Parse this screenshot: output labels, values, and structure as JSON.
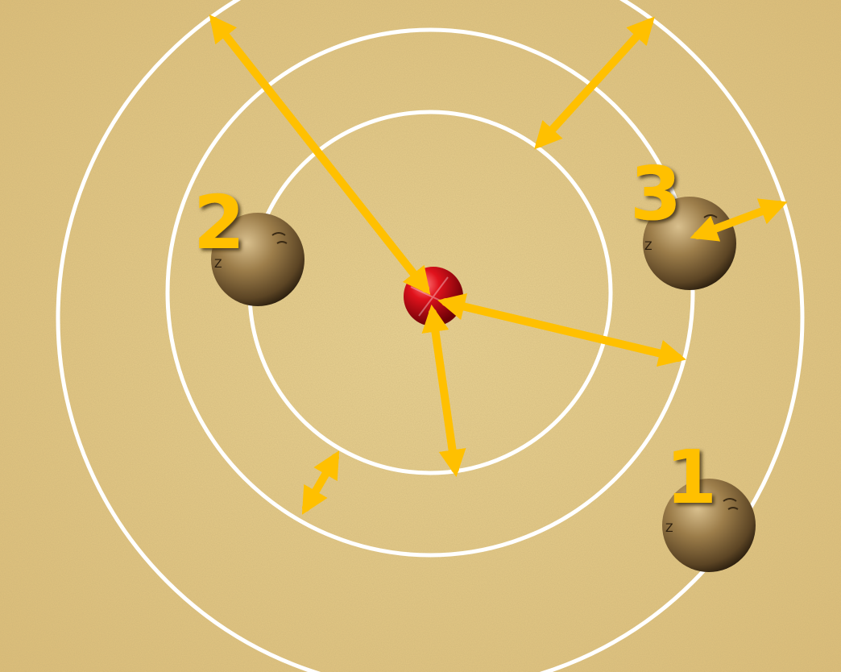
{
  "colors": {
    "sand_light": "#e8cf8c",
    "sand_dark": "#cda85a",
    "ring": "#ffffff",
    "arrow": "#ffc000",
    "jack": "#d0101a",
    "boule": "#8a6b3c",
    "number_fill": "#ffc000"
  },
  "boules": [
    {
      "label": "1"
    },
    {
      "label": "2"
    },
    {
      "label": "3"
    }
  ],
  "jack": {
    "icon": "red-jack-ball"
  },
  "rings": 3
}
